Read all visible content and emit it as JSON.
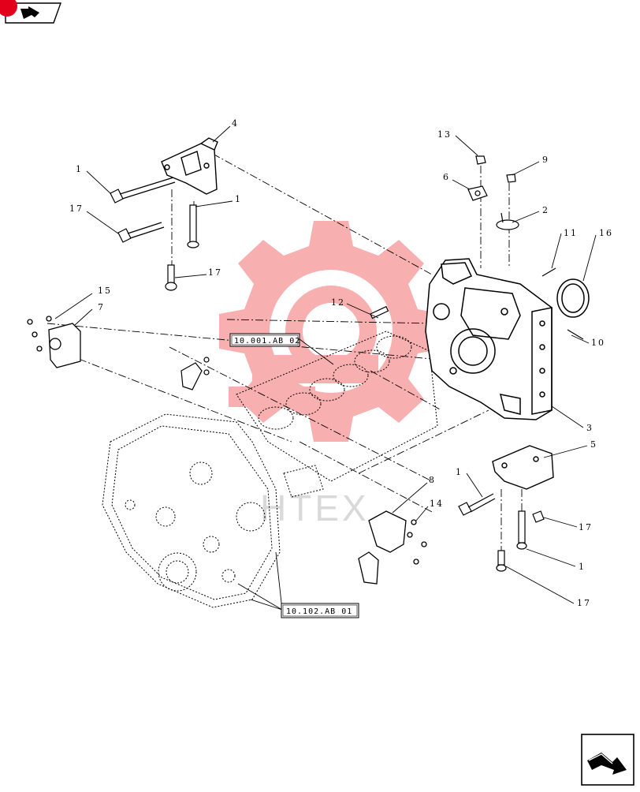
{
  "colors": {
    "ink": "#000000",
    "watermark": "#f46f6f",
    "watermark_text": "#d9d9d9",
    "nav_accent": "#e3001b"
  },
  "icons": {
    "prev": "prev-page-icon",
    "next": "next-page-icon"
  },
  "callouts": [
    {
      "id": "c1a",
      "text": "1"
    },
    {
      "id": "c17a",
      "text": "17"
    },
    {
      "id": "c4",
      "text": "4"
    },
    {
      "id": "c1b",
      "text": "1"
    },
    {
      "id": "c17b",
      "text": "17"
    },
    {
      "id": "c15",
      "text": "15"
    },
    {
      "id": "c7",
      "text": "7"
    },
    {
      "id": "c12",
      "text": "12"
    },
    {
      "id": "c13",
      "text": "13"
    },
    {
      "id": "c6",
      "text": "6"
    },
    {
      "id": "c9",
      "text": "9"
    },
    {
      "id": "c2",
      "text": "2"
    },
    {
      "id": "c11",
      "text": "11"
    },
    {
      "id": "c16",
      "text": "16"
    },
    {
      "id": "c10",
      "text": "10"
    },
    {
      "id": "c3",
      "text": "3"
    },
    {
      "id": "c5",
      "text": "5"
    },
    {
      "id": "c1c",
      "text": "1"
    },
    {
      "id": "c17c",
      "text": "17"
    },
    {
      "id": "c1d",
      "text": "1"
    },
    {
      "id": "c17d",
      "text": "17"
    },
    {
      "id": "c8",
      "text": "8"
    },
    {
      "id": "c14",
      "text": "14"
    }
  ],
  "references": {
    "block": "10.001.AB 02",
    "timing_cover": "10.102.AB 01"
  },
  "watermark": {
    "text": "HTEX"
  }
}
